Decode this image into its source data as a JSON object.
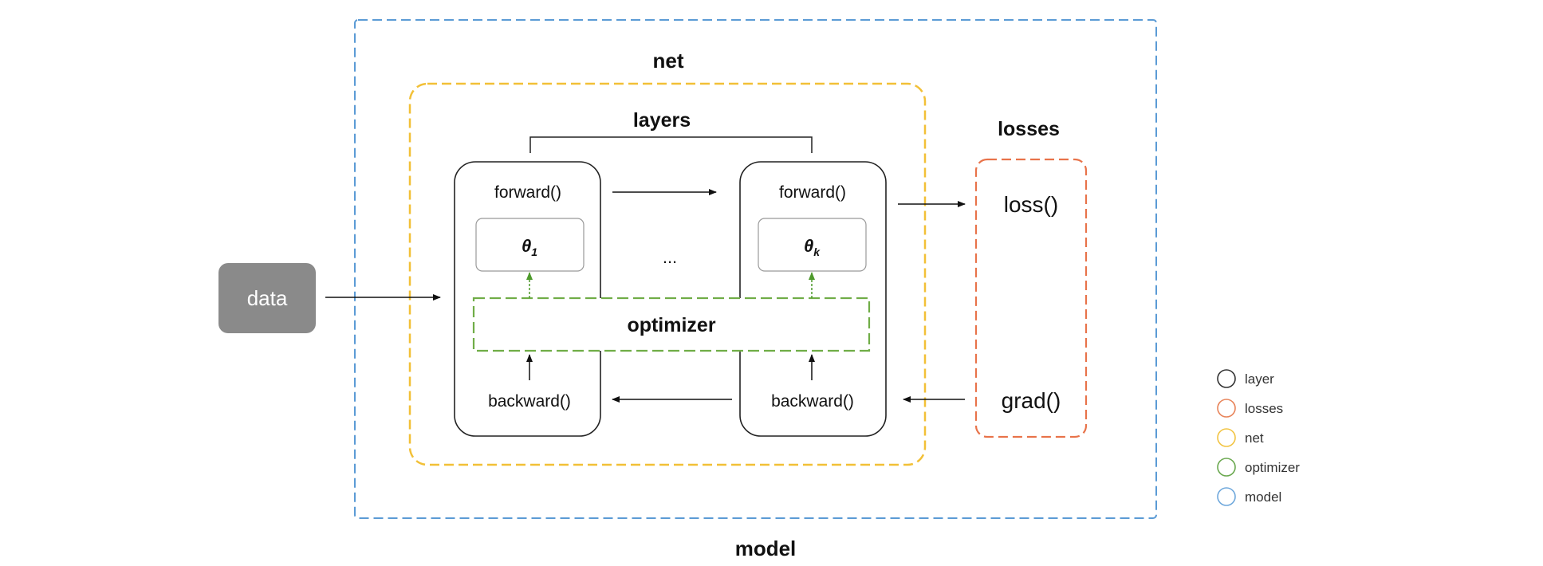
{
  "labels": {
    "net": "net",
    "model": "model",
    "layers": "layers",
    "losses": "losses",
    "data": "data",
    "ellipsis": "...",
    "optimizer": "optimizer"
  },
  "layer_first": {
    "forward": "forward()",
    "param": "θ",
    "param_sub": "1",
    "backward": "backward()"
  },
  "layer_last": {
    "forward": "forward()",
    "param": "θ",
    "param_sub": "k",
    "backward": "backward()"
  },
  "losses_box": {
    "loss": "loss()",
    "grad": "grad()"
  },
  "legend": [
    {
      "label": "layer",
      "color": "#333333"
    },
    {
      "label": "losses",
      "color": "#e8845a"
    },
    {
      "label": "net",
      "color": "#f2c443"
    },
    {
      "label": "optimizer",
      "color": "#6aa84f"
    },
    {
      "label": "model",
      "color": "#6fa8dc"
    }
  ],
  "colors": {
    "model_border": "#5b9bd5",
    "net_border": "#f2c037",
    "losses_border": "#e8734a",
    "optimizer_border": "#70ad47",
    "data_fill": "#8a8a8a"
  }
}
